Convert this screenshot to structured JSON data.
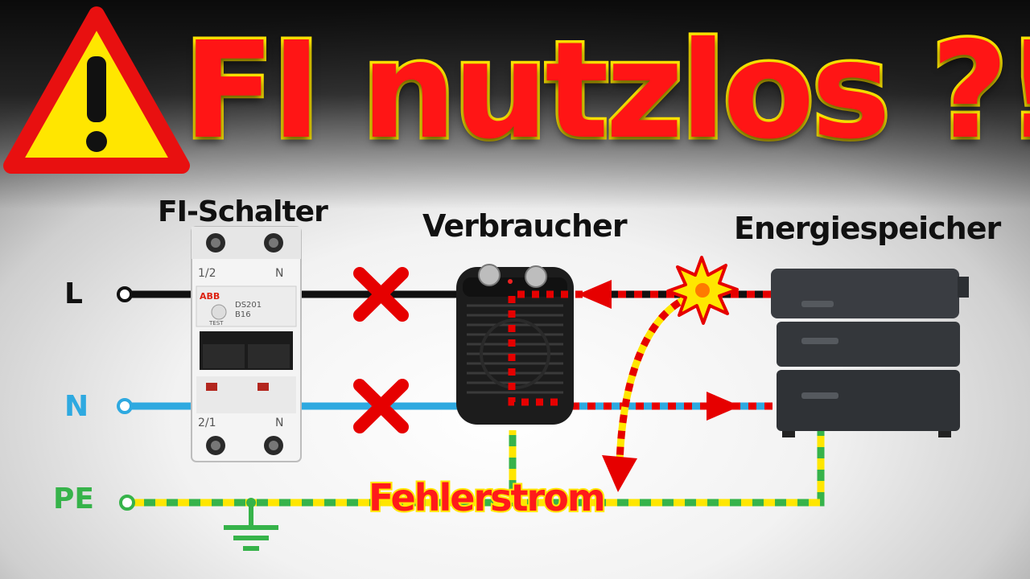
{
  "title": "FI nutzlos ?!",
  "labels": {
    "fi_switch": "FI-Schalter",
    "consumer": "Verbraucher",
    "storage": "Energiespeicher",
    "fault_current": "Fehlerstrom"
  },
  "wires": {
    "L": "L",
    "N": "N",
    "PE": "PE"
  },
  "breaker": {
    "brand": "ABB",
    "model": "DS201",
    "rating": "B16",
    "pole_top_left": "1/2",
    "pole_top_right": "N",
    "pole_bottom_left": "2/1",
    "pole_bottom_right": "N",
    "test": "TEST"
  },
  "colors": {
    "title_fill": "#ff1515",
    "title_stroke": "#ffe600",
    "wire_L": "#111111",
    "wire_N": "#2ea9e0",
    "wire_PE_green": "#36b34a",
    "wire_PE_yellow": "#ffe600",
    "cross": "#e60000",
    "fault_path": "#e60000"
  },
  "icons": [
    "warning-triangle-icon",
    "cross-icon",
    "explosion-icon",
    "ground-symbol-icon"
  ]
}
